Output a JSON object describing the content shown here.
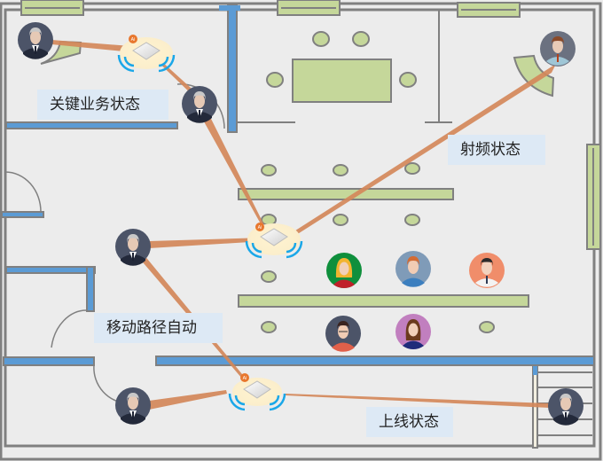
{
  "title": "无线网络平面图",
  "labels": {
    "critical": "关键业务状态",
    "rf": "射频状态",
    "roaming": "移动路径自动",
    "online": "上线状态"
  },
  "ap_badge": "Ai",
  "colors": {
    "wall": "#808080",
    "wall_blue": "#5b9bd5",
    "furniture": "#c5d79a",
    "link": "#d4885a",
    "wifi": "#1aa7e8",
    "label_bg": "#dde9f5",
    "floor": "#ececec"
  },
  "icons": {
    "access_point": "access-point-icon",
    "user": "user-avatar-icon",
    "wifi_signal": "wifi-signal-icon"
  }
}
